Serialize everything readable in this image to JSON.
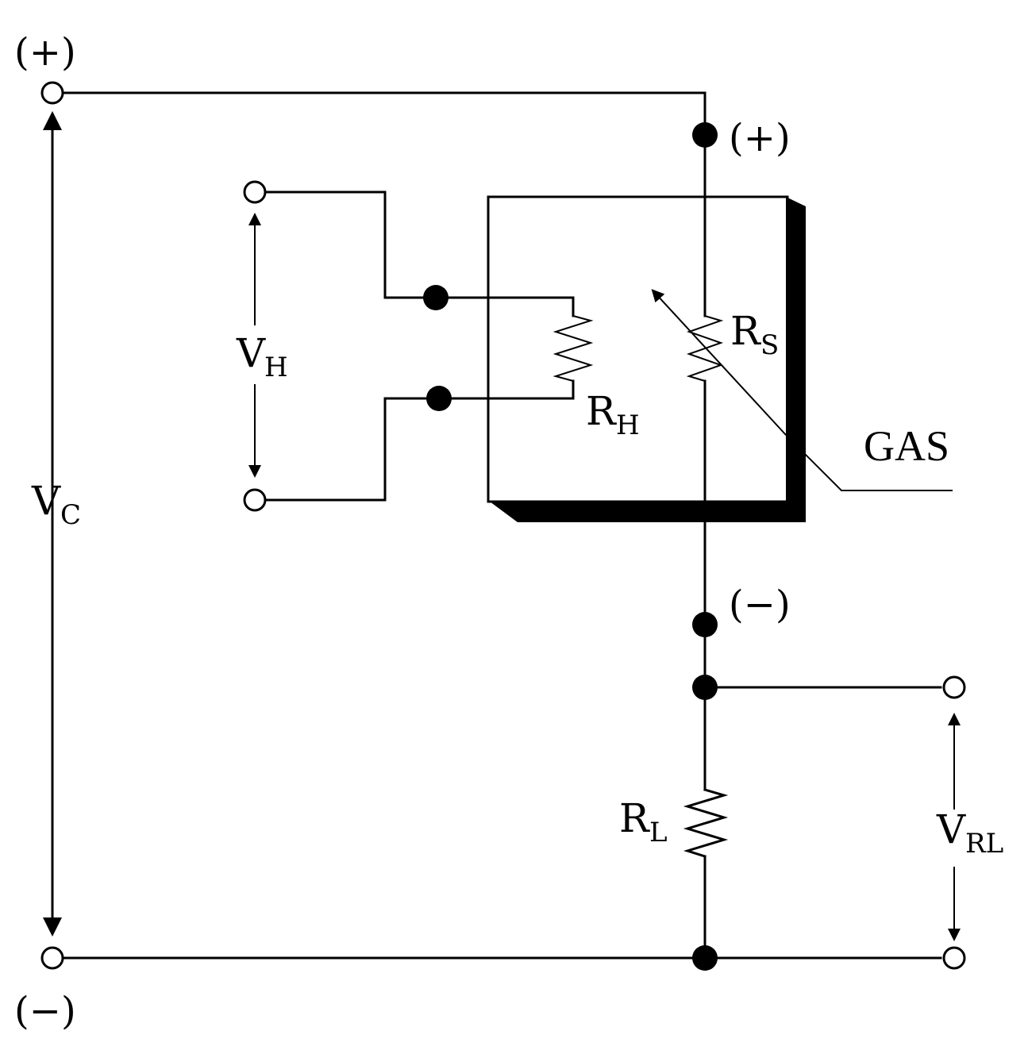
{
  "labels": {
    "supply_plus": "(+)",
    "supply_minus": "(−)",
    "sensor_plus": "(+)",
    "sensor_minus": "(−)",
    "vc_main": "V",
    "vc_sub": "C",
    "vh_main": "V",
    "vh_sub": "H",
    "rh_main": "R",
    "rh_sub": "H",
    "rs_main": "R",
    "rs_sub": "S",
    "rl_main": "R",
    "rl_sub": "L",
    "vrl_main": "V",
    "vrl_sub": "RL",
    "gas": "GAS"
  },
  "colors": {
    "line": "#000000",
    "background": "#ffffff"
  }
}
